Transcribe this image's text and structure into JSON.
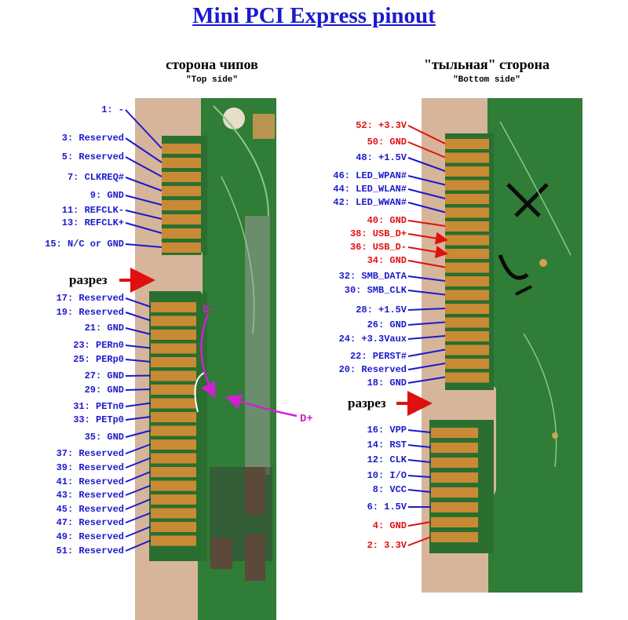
{
  "title": "Mini PCI Express pinout",
  "top_side": {
    "heading": "сторона чипов",
    "subheading": "\"Top side\""
  },
  "bottom_side": {
    "heading": "\"тыльная\" сторона",
    "subheading": "\"Bottom side\""
  },
  "notch_label": "разрез",
  "signal_labels": {
    "d_minus": "D-",
    "d_plus": "D+"
  },
  "colors": {
    "title": "#1a1acc",
    "pin": "#1a1acc",
    "usb": "#e01010",
    "arrow": "#e01010",
    "signal": "#d020d0",
    "pcb": "#2d7a36",
    "gold": "#c98a35"
  },
  "top_pins": [
    {
      "label": "1: -",
      "color": "blue"
    },
    {
      "label": "3: Reserved",
      "color": "blue"
    },
    {
      "label": "5: Reserved",
      "color": "blue"
    },
    {
      "label": "7: CLKREQ#",
      "color": "blue"
    },
    {
      "label": "9: GND",
      "color": "blue"
    },
    {
      "label": "11: REFCLK-",
      "color": "blue"
    },
    {
      "label": "13: REFCLK+",
      "color": "blue"
    },
    {
      "label": "15: N/C or GND",
      "color": "blue"
    },
    {
      "label": "17: Reserved",
      "color": "blue"
    },
    {
      "label": "19: Reserved",
      "color": "blue"
    },
    {
      "label": "21: GND",
      "color": "blue"
    },
    {
      "label": "23: PERn0",
      "color": "blue"
    },
    {
      "label": "25: PERp0",
      "color": "blue"
    },
    {
      "label": "27: GND",
      "color": "blue"
    },
    {
      "label": "29: GND",
      "color": "blue"
    },
    {
      "label": "31: PETn0",
      "color": "blue"
    },
    {
      "label": "33: PETp0",
      "color": "blue"
    },
    {
      "label": "35: GND",
      "color": "blue"
    },
    {
      "label": "37: Reserved",
      "color": "blue"
    },
    {
      "label": "39: Reserved",
      "color": "blue"
    },
    {
      "label": "41: Reserved",
      "color": "blue"
    },
    {
      "label": "43: Reserved",
      "color": "blue"
    },
    {
      "label": "45: Reserved",
      "color": "blue"
    },
    {
      "label": "47: Reserved",
      "color": "blue"
    },
    {
      "label": "49: Reserved",
      "color": "blue"
    },
    {
      "label": "51: Reserved",
      "color": "blue"
    }
  ],
  "bottom_pins": [
    {
      "label": "52: +3.3V",
      "color": "red"
    },
    {
      "label": "50: GND",
      "color": "red"
    },
    {
      "label": "48: +1.5V",
      "color": "blue"
    },
    {
      "label": "46: LED_WPAN#",
      "color": "blue"
    },
    {
      "label": "44: LED_WLAN#",
      "color": "blue"
    },
    {
      "label": "42: LED_WWAN#",
      "color": "blue"
    },
    {
      "label": "40: GND",
      "color": "red"
    },
    {
      "label": "38: USB_D+",
      "color": "red"
    },
    {
      "label": "36: USB_D-",
      "color": "red"
    },
    {
      "label": "34: GND",
      "color": "red"
    },
    {
      "label": "32: SMB_DATA",
      "color": "blue"
    },
    {
      "label": "30: SMB_CLK",
      "color": "blue"
    },
    {
      "label": "28: +1.5V",
      "color": "blue"
    },
    {
      "label": "26: GND",
      "color": "blue"
    },
    {
      "label": "24: +3.3Vaux",
      "color": "blue"
    },
    {
      "label": "22: PERST#",
      "color": "blue"
    },
    {
      "label": "20: Reserved",
      "color": "blue"
    },
    {
      "label": "18: GND",
      "color": "blue"
    },
    {
      "label": "16: VPP",
      "color": "blue"
    },
    {
      "label": "14: RST",
      "color": "blue"
    },
    {
      "label": "12: CLK",
      "color": "blue"
    },
    {
      "label": "10: I/O",
      "color": "blue"
    },
    {
      "label": "8: VCC",
      "color": "blue"
    },
    {
      "label": "6: 1.5V",
      "color": "blue"
    },
    {
      "label": "4: GND",
      "color": "red"
    },
    {
      "label": "2: 3.3V",
      "color": "red"
    }
  ]
}
